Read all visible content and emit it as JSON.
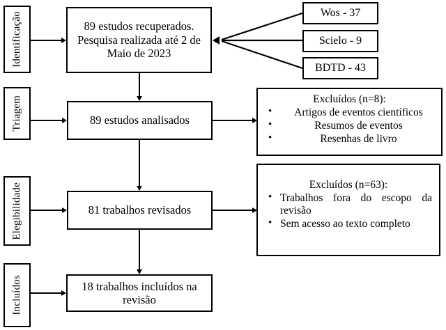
{
  "diagram": {
    "title": "Fluxograma PRISMA da selecao de estudos",
    "type": "prisma-flow-diagram",
    "line_color": "#000000",
    "background_color": "#ffffff"
  },
  "stages": [
    {
      "id": "identificacao",
      "label": "Identificação"
    },
    {
      "id": "triagem",
      "label": "Triagem"
    },
    {
      "id": "elegibilidade",
      "label": "Elegibilidade"
    },
    {
      "id": "incluidos",
      "label": "Incluídos"
    }
  ],
  "main_boxes": [
    {
      "id": "retrieved",
      "line1": "89 estudos recuperados.",
      "line2": "Pesquisa realizada até 2 de",
      "line3": "Maio de 2023"
    },
    {
      "id": "screened",
      "text": "89 estudos analisados"
    },
    {
      "id": "reviewed",
      "text": "81 trabalhos revisados"
    },
    {
      "id": "included",
      "line1": "18 trabalhos incluídos na",
      "line2": "revisão"
    }
  ],
  "sources": [
    {
      "id": "wos",
      "label": "Wos - 37",
      "count": 37
    },
    {
      "id": "scielo",
      "label": "Scielo - 9",
      "count": 9
    },
    {
      "id": "bdtd",
      "label": "BDTD - 43",
      "count": 43
    }
  ],
  "exclusions": [
    {
      "id": "excluded-8",
      "title": "Excluídos (n=8):",
      "count": 8,
      "items": [
        "Artigos de eventos científicos",
        "Resumos de eventos",
        "Resenhas de livro"
      ]
    },
    {
      "id": "excluded-63",
      "title": "Excluídos (n=63):",
      "count": 63,
      "items": [
        "Trabalhos fora do escopo da revisão",
        "Sem acesso ao texto completo"
      ]
    }
  ]
}
